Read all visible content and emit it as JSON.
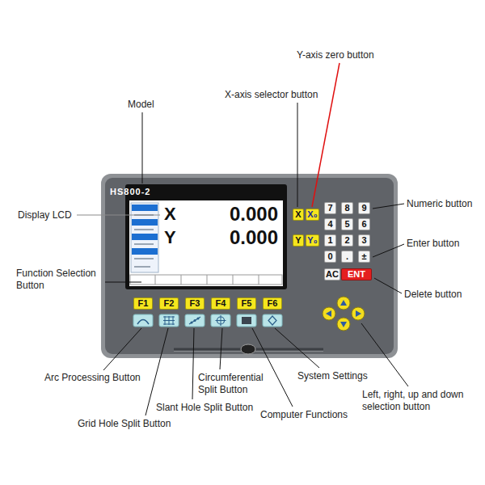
{
  "diagram": {
    "nodes": [
      {
        "text": [
          "HS800-2"
        ]
      },
      {
        "text": [
          "X",
          "0.000",
          "Y",
          "0.000"
        ],
        "in": 0
      },
      {
        "text": [
          "X"
        ],
        "in": 0
      },
      {
        "text": [
          "X₀"
        ],
        "in": 0
      },
      {
        "text": [
          "Y"
        ],
        "in": 0
      },
      {
        "text": [
          "Y₀"
        ],
        "in": 0
      },
      {
        "text": [
          "7"
        ],
        "in": 0
      },
      {
        "text": [
          "8"
        ],
        "in": 0
      },
      {
        "text": [
          "9"
        ],
        "in": 0
      },
      {
        "text": [
          "4"
        ],
        "in": 0
      },
      {
        "text": [
          "5"
        ],
        "in": 0
      },
      {
        "text": [
          "6"
        ],
        "in": 0
      },
      {
        "text": [
          "1"
        ],
        "in": 0
      },
      {
        "text": [
          "2"
        ],
        "in": 0
      },
      {
        "text": [
          "3"
        ],
        "in": 0
      },
      {
        "text": [
          "0"
        ],
        "in": 0
      },
      {
        "text": [
          "."
        ],
        "in": 0
      },
      {
        "text": [
          "±"
        ],
        "in": 0
      },
      {
        "text": [
          "AC"
        ],
        "in": 0
      },
      {
        "text": [
          "ENT"
        ],
        "in": 0
      },
      {
        "text": [
          "F1"
        ],
        "in": 0
      },
      {
        "text": [
          "F2"
        ],
        "in": 0
      },
      {
        "text": [
          "F3"
        ],
        "in": 0
      },
      {
        "text": [
          "F4"
        ],
        "in": 0
      },
      {
        "text": [
          "F5"
        ],
        "in": 0
      },
      {
        "text": [
          "F6"
        ],
        "in": 0
      }
    ],
    "labels": [
      "Y-axis zero button",
      "Model",
      "X-axis selector button",
      "Display LCD",
      "Numeric button",
      "Enter button",
      "Function Selection Button",
      "Delete button",
      "Arc Processing Button",
      "Circumferential Split Button",
      "System Settings",
      "Left, right, up and down selection button",
      "Slant Hole Split Button",
      "Computer Functions",
      "Grid Hole Split Button"
    ]
  }
}
